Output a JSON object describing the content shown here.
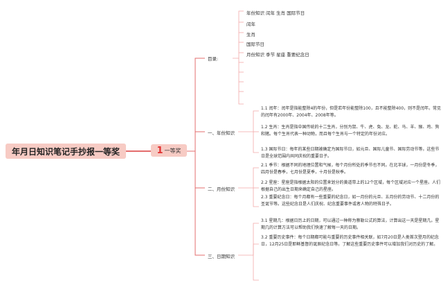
{
  "root": {
    "title": "年月日知识笔记手抄报一等奖"
  },
  "branch": {
    "number": "1",
    "label": "一等奖"
  },
  "toc": {
    "label": "目录:",
    "items": [
      "年份知识 闰年 生肖 国际节日",
      "闰年",
      "生肖",
      "国际节日",
      "月份知识 季节 星座 重要纪念日"
    ]
  },
  "sections": [
    {
      "title": "一、年份知识",
      "leaves": [
        "1.1 闰年：闰年是指能整除4的年份，但是若年份能整除100，且不能整除400，则不是闰年。常见的闰年有2000年、2004年、2008年等。",
        "1.2 生肖：生肖是指中国传统的十二生肖，分别为鼠、牛、虎、兔、龙、蛇、马、羊、猴、鸡、狗和猪。每个生肖代表一种动物，而且每个生肖与一个特定的年份对应。",
        "1.3 国际节日：每年的某些日期被确定为国际节日，如元旦、国际儿童节、国际劳动节等。这些节日是全球范围内共同庆祝的重要日子。"
      ]
    },
    {
      "title": "二、月份知识",
      "leaves": [
        "2.1 季节：根据不同的地理位置和气候，每个月份所处的季节也不同。在北半球，一月份是冬季，四月份是春季，七月份是夏季，十月份是秋季。",
        "2.2 星座：星座是指根据太阳的位置来划分的黄道带上的12个区域，每个区域对应一个星座。人们根据自己的出生日期来确定自己的星座。",
        "2.3 重要纪念日：每个月都有一些重要的纪念日，如一月份的元旦、五月份的劳动节、十二月份的圣诞节等。这些纪念日是人们庆祝、纪念重要事件或者人物的特殊日子。"
      ]
    },
    {
      "title": "三、日期知识",
      "leaves": [
        "3.1 星期几：根据日历上的日期，可以通过一种称为蔡勒公式的算法，计算出这一天是星期几。星期几的计算方法可以帮助我们快速了解每一天的日期。",
        "3.2 重要历史事件：每个日期都可能与重要的历史事件相关联，如7月20日是人类首次登月的纪念日，12月25日是耶稣基督的诞辰纪念日等。了解这些重要历史事件可以增加我们对历史的了解。"
      ]
    }
  ],
  "colors": {
    "node_fill": "#f7cbc4",
    "line_main": "#e36c6c",
    "line_leaf": "#f2a9a9",
    "number": "#e03030"
  }
}
